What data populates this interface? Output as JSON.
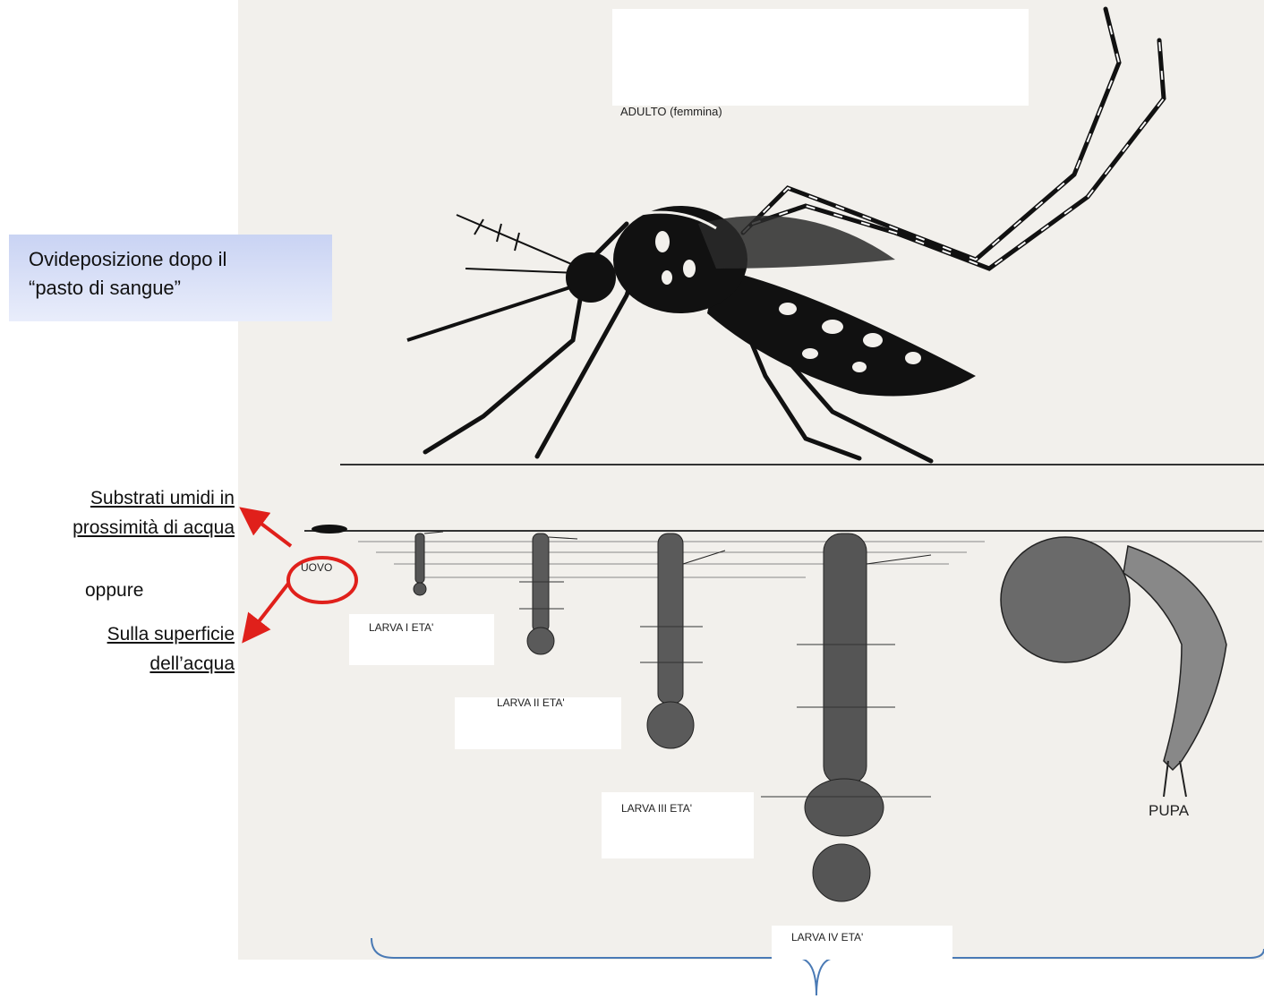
{
  "labels": {
    "adult": "ADULTO (femmina)",
    "egg": "UOVO",
    "larva1": "LARVA I ETA'",
    "larva2": "LARVA II ETA'",
    "larva3": "LARVA III ETA'",
    "larva4": "LARVA IV ETA'",
    "pupa": "PUPA"
  },
  "callout": {
    "line1": "Ovideposizione dopo il",
    "line2": "“pasto di sangue”"
  },
  "sites": {
    "option1_line1": "Substrati umidi in",
    "option1_line2": "prossimità di acqua",
    "or": "oppure",
    "option2_line1": "Sulla superficie",
    "option2_line2": "dell’acqua"
  },
  "colors": {
    "arrow": "#e0201b",
    "callout": "#c9d3f3",
    "brace": "#4a7ab5"
  }
}
